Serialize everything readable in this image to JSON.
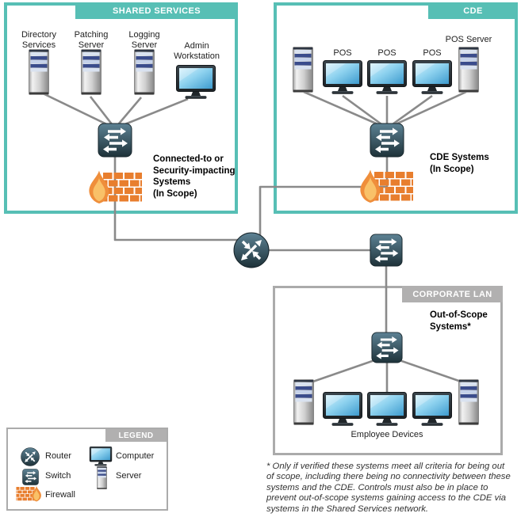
{
  "colors": {
    "teal": "#57BFB5",
    "tab_gray": "#B1B0B0",
    "box_gray": "#ABABAB",
    "line": "#8A8A8A",
    "brick": "#E87E2E",
    "flame_inner": "#F9C168",
    "screen_blue": "#4AA5D4",
    "slate_dark": "#22363E"
  },
  "zones": {
    "shared_services": {
      "title": "SHARED SERVICES",
      "devices": [
        {
          "label": "Directory\nServices",
          "type": "server"
        },
        {
          "label": "Patching\nServer",
          "type": "server"
        },
        {
          "label": "Logging\nServer",
          "type": "server"
        },
        {
          "label": "Admin\nWorkstation",
          "type": "computer"
        }
      ],
      "caption": "Connected-to or\nSecurity-impacting\nSystems\n(In Scope)"
    },
    "cde": {
      "title": "CDE",
      "pos_labels": [
        "POS",
        "POS",
        "POS"
      ],
      "pos_server_label": "POS Server",
      "caption": "CDE Systems\n(In Scope)"
    },
    "corporate_lan": {
      "title": "CORPORATE LAN",
      "caption": "Out-of-Scope\nSystems*",
      "devices_label": "Employee Devices"
    }
  },
  "legend": {
    "title": "LEGEND",
    "items": [
      {
        "label": "Router",
        "icon": "router-icon"
      },
      {
        "label": "Switch",
        "icon": "switch-icon"
      },
      {
        "label": "Firewall",
        "icon": "firewall-icon"
      },
      {
        "label": "Computer",
        "icon": "computer-icon"
      },
      {
        "label": "Server",
        "icon": "server-icon"
      }
    ]
  },
  "footnote": "* Only if verified these systems meet all criteria for being out\nof scope, including there being no connectivity between these\nsystems and the CDE. Controls must also be in place to\nprevent out-of-scope systems gaining access to the CDE via\nsystems in the Shared Services network."
}
